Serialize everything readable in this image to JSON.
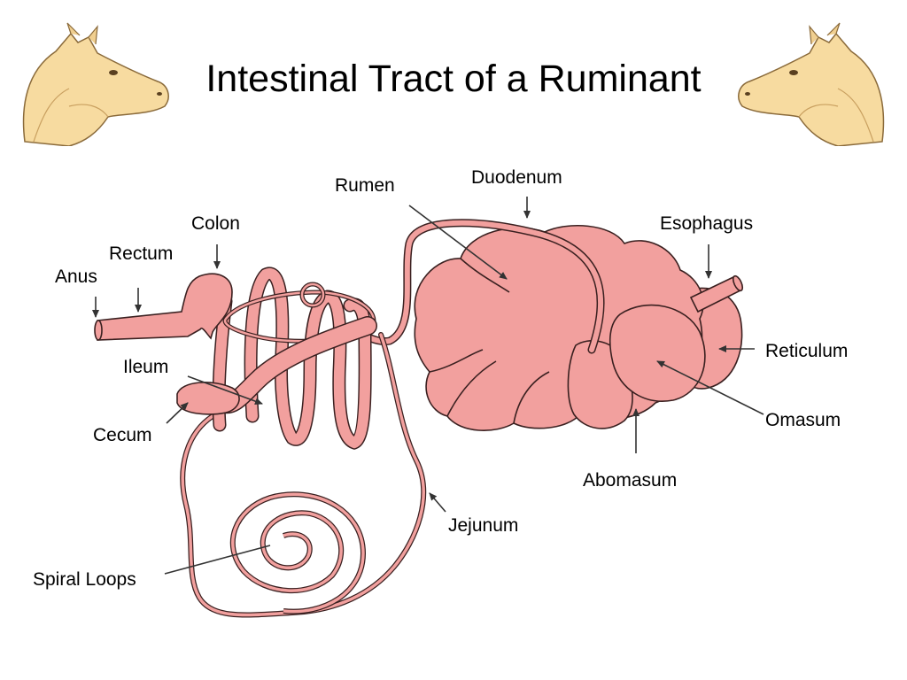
{
  "slide": {
    "title": "Intestinal Tract of a Ruminant"
  },
  "illustrations": {
    "left": "cow-head-facing-right",
    "right": "cow-head-facing-left"
  },
  "labels": {
    "rumen": "Rumen",
    "duodenum": "Duodenum",
    "colon": "Colon",
    "esophagus": "Esophagus",
    "rectum": "Rectum",
    "anus": "Anus",
    "reticulum": "Reticulum",
    "ileum": "Ileum",
    "omasum": "Omasum",
    "cecum": "Cecum",
    "abomasum": "Abomasum",
    "jejunum": "Jejunum",
    "spiral_loops": "Spiral Loops"
  },
  "colors": {
    "organ_fill": "#f2a09e",
    "organ_stroke": "#3a2020",
    "cow_fill": "#f7dba0",
    "cow_shade": "#e8c27e",
    "pointer": "#333333"
  }
}
